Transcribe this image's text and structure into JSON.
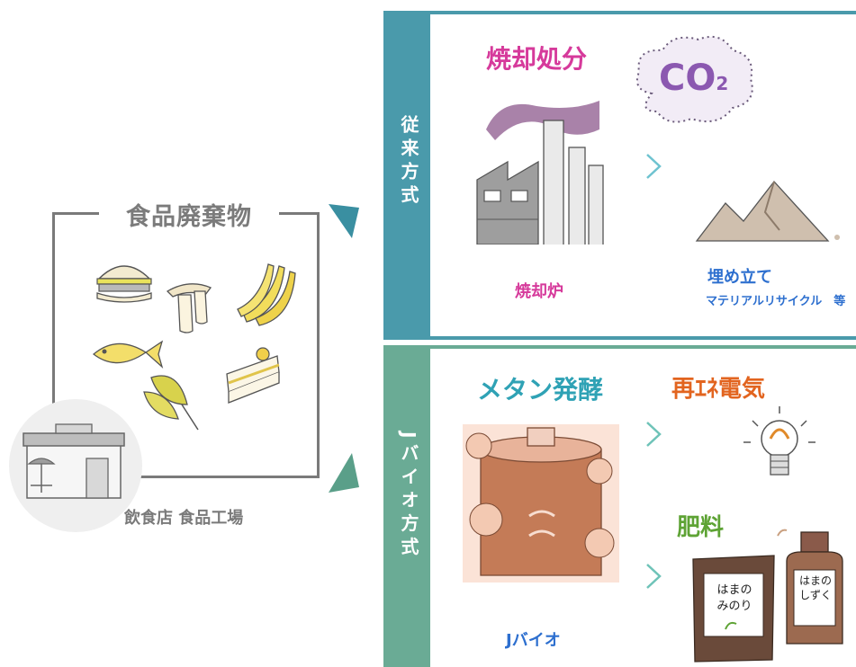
{
  "left": {
    "title": "食品廃棄物",
    "source_label": "飲食店 食品工場"
  },
  "conventional": {
    "side_label": "従来方式",
    "heading": "焼却処分",
    "co2_text": "CO",
    "co2_sub": "2",
    "facility_label": "焼却炉",
    "result_label": "埋め立て",
    "result_sub_label": "マテリアルリサイクル　等"
  },
  "jbio": {
    "side_label": "Jバイオ方式",
    "heading": "メタン発酵",
    "facility_label": "Jバイオ",
    "output1_heading": "再ｴﾈ電気",
    "output2_heading": "肥料",
    "bag1_text_line1": "はまの",
    "bag1_text_line2": "みのり",
    "bottle_text_line1": "はまの",
    "bottle_text_line2": "しずく"
  },
  "colors": {
    "conventional_accent": "#4a9aab",
    "jbio_accent": "#6aab95",
    "pink": "#d63a9b",
    "teal": "#2fa2b5",
    "orange": "#e2641f",
    "green": "#5ea335",
    "blue": "#2d6fcf",
    "frame_gray": "#7a7a7a"
  },
  "icons": [
    "burger-icon",
    "mushroom-icon",
    "banana-icon",
    "fish-icon",
    "spinach-icon",
    "cake-icon",
    "restaurant-icon",
    "factory-icon",
    "co2-cloud-icon",
    "mountain-icon",
    "digester-tank-icon",
    "light-bulb-icon",
    "fertilizer-bag-icon",
    "liquid-fertilizer-bottle-icon"
  ]
}
